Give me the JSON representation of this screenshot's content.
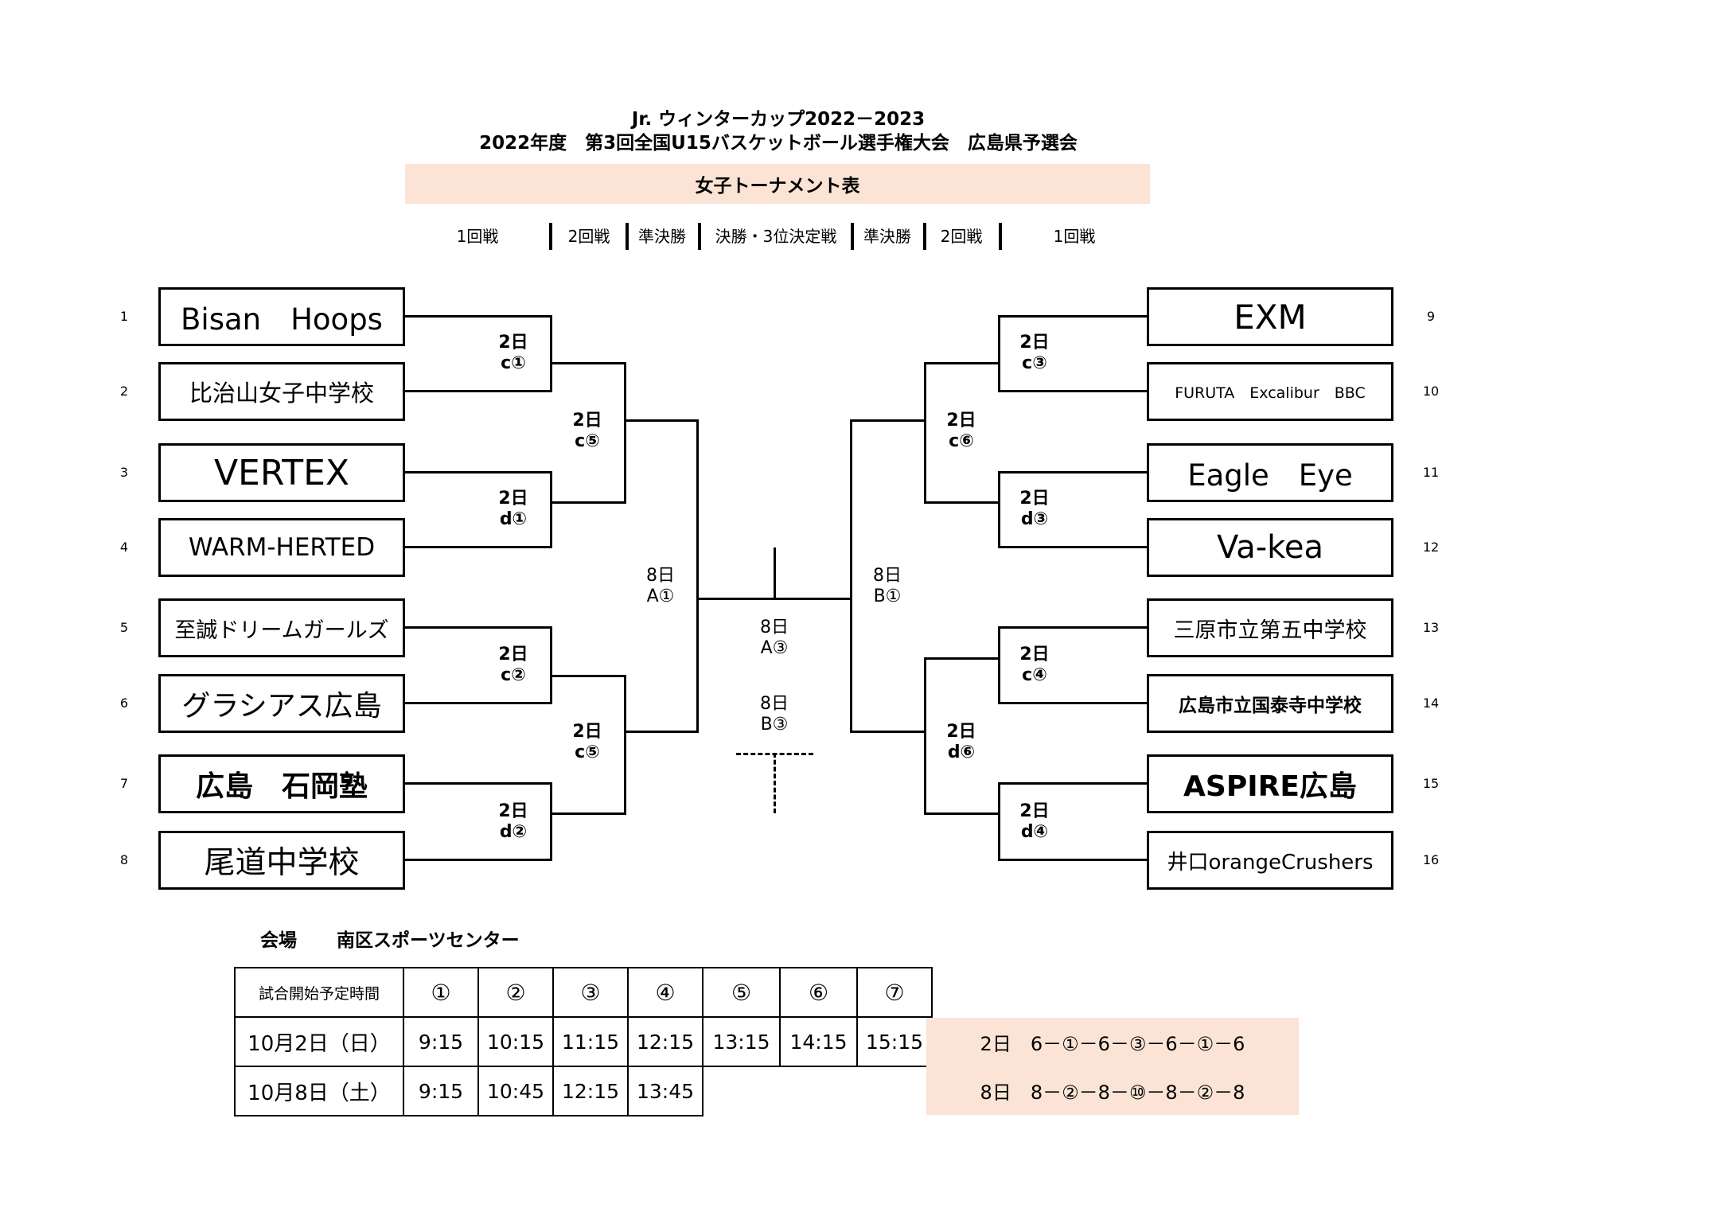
{
  "header": {
    "line1": "Jr. ウィンターカップ2022－2023",
    "line2": "2022年度　第3回全国U15バスケットボール選手権大会　広島県予選会",
    "table_title": "女子トーナメント表"
  },
  "rounds": {
    "left_r1": "1回戦",
    "left_r2": "2回戦",
    "left_sf": "準決勝",
    "final": "決勝・3位決定戦",
    "right_sf": "準決勝",
    "right_r2": "2回戦",
    "right_r1": "1回戦"
  },
  "teams": [
    {
      "seed": "1",
      "name": "Bisan　Hoops"
    },
    {
      "seed": "2",
      "name": "比治山女子中学校"
    },
    {
      "seed": "3",
      "name": "VERTEX"
    },
    {
      "seed": "4",
      "name": "WARM-HERTED"
    },
    {
      "seed": "5",
      "name": "至誠ドリームガールズ"
    },
    {
      "seed": "6",
      "name": "グラシアス広島"
    },
    {
      "seed": "7",
      "name": "広島　石岡塾"
    },
    {
      "seed": "8",
      "name": "尾道中学校"
    },
    {
      "seed": "9",
      "name": "EXM"
    },
    {
      "seed": "10",
      "name": "FURUTA　Excalibur　BBC"
    },
    {
      "seed": "11",
      "name": "Eagle　Eye"
    },
    {
      "seed": "12",
      "name": "Va-kea"
    },
    {
      "seed": "13",
      "name": "三原市立第五中学校"
    },
    {
      "seed": "14",
      "name": "広島市立国泰寺中学校"
    },
    {
      "seed": "15",
      "name": "ASPIRE広島"
    },
    {
      "seed": "16",
      "name": "井口orangeCrushers"
    }
  ],
  "matches": {
    "l_r1_1": {
      "day": "2日",
      "code": "c①"
    },
    "l_r1_2": {
      "day": "2日",
      "code": "d①"
    },
    "l_r1_3": {
      "day": "2日",
      "code": "c②"
    },
    "l_r1_4": {
      "day": "2日",
      "code": "d②"
    },
    "l_r2_1": {
      "day": "2日",
      "code": "c⑤"
    },
    "l_r2_2": {
      "day": "2日",
      "code": "c⑤"
    },
    "l_sf": {
      "day": "8日",
      "code": "A①"
    },
    "r_r1_1": {
      "day": "2日",
      "code": "c③"
    },
    "r_r1_2": {
      "day": "2日",
      "code": "d③"
    },
    "r_r1_3": {
      "day": "2日",
      "code": "c④"
    },
    "r_r1_4": {
      "day": "2日",
      "code": "d④"
    },
    "r_r2_1": {
      "day": "2日",
      "code": "c⑥"
    },
    "r_r2_2": {
      "day": "2日",
      "code": "d⑥"
    },
    "r_sf": {
      "day": "8日",
      "code": "B①"
    },
    "final": {
      "day": "8日",
      "code": "A③"
    },
    "third": {
      "day": "8日",
      "code": "B③"
    }
  },
  "venue": {
    "label": "会場",
    "name": "南区スポーツセンター"
  },
  "schedule": {
    "header_label": "試合開始予定時間",
    "slots": [
      "①",
      "②",
      "③",
      "④",
      "⑤",
      "⑥",
      "⑦"
    ],
    "rows": [
      {
        "date": "10月2日（日）",
        "times": [
          "9:15",
          "10:15",
          "11:15",
          "12:15",
          "13:15",
          "14:15",
          "15:15"
        ],
        "note": "2日　6－①－6－③－6－①－6"
      },
      {
        "date": "10月8日（土）",
        "times": [
          "9:15",
          "10:45",
          "12:15",
          "13:45"
        ],
        "note": "8日　8－②－8－⑩－8－②－8"
      }
    ]
  }
}
